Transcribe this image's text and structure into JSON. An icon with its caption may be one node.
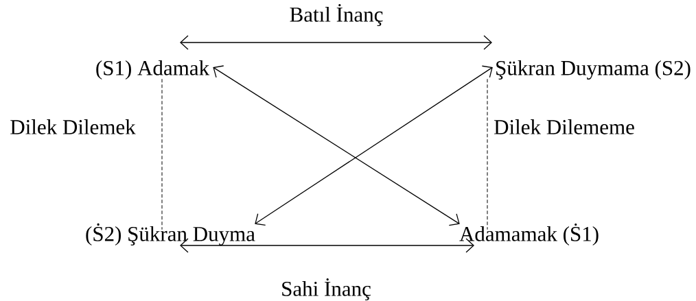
{
  "diagram": {
    "nodes": [
      {
        "text": [
          "(S1) Adamak"
        ]
      },
      {
        "text": [
          "Şükran Duymama (S2)"
        ]
      },
      {
        "text": [
          "(Ṡ2) Şükran Duyma"
        ]
      },
      {
        "text": [
          "Adamamak (Ṡ1)"
        ]
      }
    ],
    "edges": [
      {
        "from": 0,
        "to": 1,
        "arrow": "both",
        "label": "Batıl İnanç"
      },
      {
        "from": 0,
        "to": 3,
        "arrow": "both"
      },
      {
        "from": 1,
        "to": 2,
        "arrow": "both"
      },
      {
        "from": 0,
        "to": 2,
        "arrow": "none",
        "style": "dashed",
        "label": "Dilek Dilemek"
      },
      {
        "from": 1,
        "to": 3,
        "arrow": "none",
        "style": "dashed",
        "label": "Dilek Dilememe"
      },
      {
        "from": 2,
        "to": 3,
        "arrow": "both",
        "label": "Sahi İnanç"
      }
    ]
  }
}
